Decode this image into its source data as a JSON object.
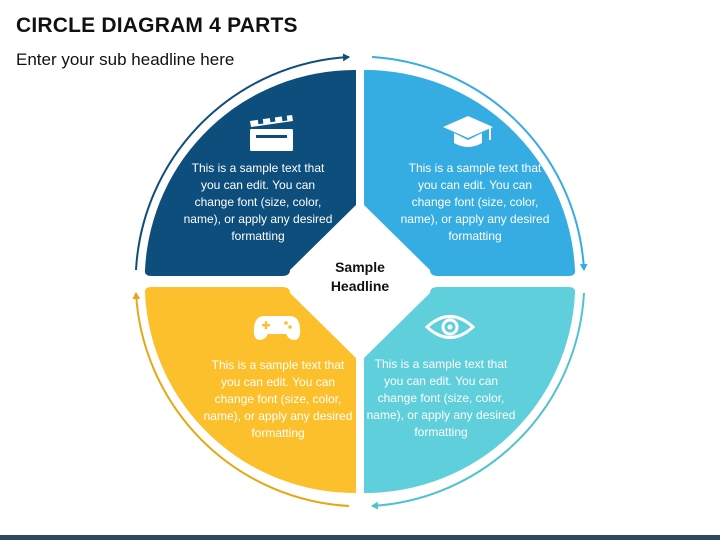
{
  "title": "CIRCLE DIAGRAM 4 PARTS",
  "subtitle": "Enter your sub headline here",
  "center_label": "Sample Headline",
  "colors": {
    "top_left": "#0e4e7c",
    "top_right": "#35ace2",
    "bottom_left": "#fcc02c",
    "bottom_right": "#5fcfdb",
    "footer_bar": "#2f4a5e"
  },
  "quadrants": [
    {
      "position": "top-left",
      "icon": "clapperboard-icon",
      "text": "This is a sample text that you can edit. You can change font (size, color, name), or apply any desired formatting"
    },
    {
      "position": "top-right",
      "icon": "graduation-cap-icon",
      "text": "This is a sample text that you can edit. You can change font (size, color, name), or apply any desired formatting"
    },
    {
      "position": "bottom-left",
      "icon": "gamepad-icon",
      "text": "This is a sample text that you can edit. You can change font (size, color, name), or apply any desired formatting"
    },
    {
      "position": "bottom-right",
      "icon": "eye-icon",
      "text": "This is a sample text that you can edit. You can change font (size, color, name), or apply any desired formatting"
    }
  ]
}
